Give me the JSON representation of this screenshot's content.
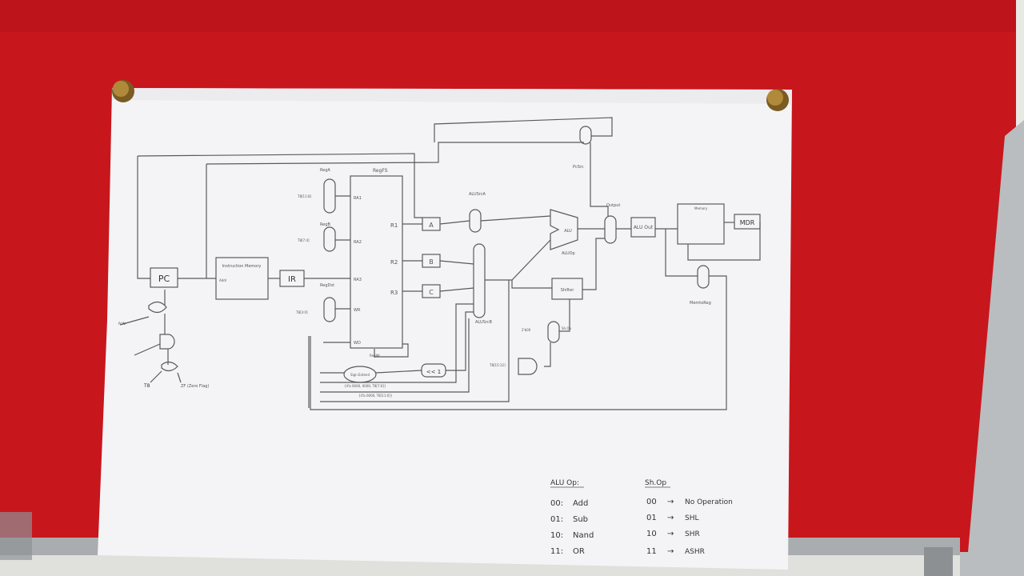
{
  "colors": {
    "board": "#c8161d",
    "board_dark": "#8f0f14",
    "frame": "#b9bdbf",
    "paper": "#f4f4f6",
    "ink": "#5a5a5a",
    "pin": "#b08a3a"
  },
  "diagram": {
    "pc": "PC",
    "ir": "IR",
    "instruction_memory": "Instruction Memory",
    "instruction_memory_port": "Addr",
    "regfile": "RegFS",
    "reg_ports": [
      "RA1",
      "RA2",
      "RA3",
      "WR",
      "WD"
    ],
    "reg_outputs": [
      "R1",
      "R2",
      "R3"
    ],
    "latches": [
      "A",
      "B",
      "C"
    ],
    "alu": "ALU",
    "alu_out": "ALU Out",
    "memory": "Memory",
    "mdr": "MDR",
    "shifter": "Shifter",
    "shl": "<< 1",
    "sign_extend": "Sign Extend",
    "mux_labels": [
      "RegA",
      "RegB",
      "RegDst",
      "ALUSrcA",
      "ALUSrcB",
      "PcSrc",
      "Output",
      "MemtoReg",
      "Sh.Op"
    ],
    "signals": [
      "ALUOp",
      "RegWr",
      "PcWr",
      "T8",
      "ZF (Zero Flag)",
      "T8[11:8]",
      "T8[7:4]",
      "T8[3:0]",
      "T8[15:12]",
      "2'b00",
      "{4'b 0000, 0000, T8[7:0]}",
      "{4'b 0000, T8[11:0]}"
    ]
  },
  "legend": {
    "alu_op": {
      "title": "ALU Op:",
      "rows": [
        {
          "code": "00:",
          "op": "Add"
        },
        {
          "code": "01:",
          "op": "Sub"
        },
        {
          "code": "10:",
          "op": "Nand"
        },
        {
          "code": "11:",
          "op": "OR"
        }
      ]
    },
    "sh_op": {
      "title": "Sh.Op",
      "rows": [
        {
          "code": "00",
          "op": "No Operation"
        },
        {
          "code": "01",
          "op": "SHL"
        },
        {
          "code": "10",
          "op": "SHR"
        },
        {
          "code": "11",
          "op": "ASHR"
        }
      ]
    }
  }
}
